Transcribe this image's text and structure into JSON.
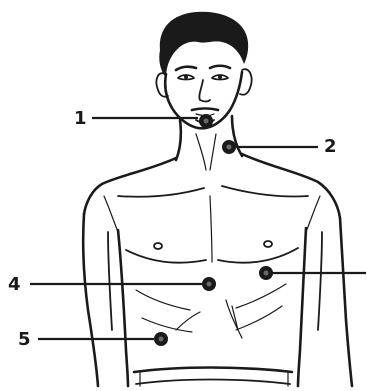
{
  "figure": {
    "markers": [
      {
        "id": "1",
        "label": "1"
      },
      {
        "id": "2",
        "label": "2"
      },
      {
        "id": "3",
        "label": ""
      },
      {
        "id": "4",
        "label": "4"
      },
      {
        "id": "5",
        "label": "5"
      }
    ]
  }
}
